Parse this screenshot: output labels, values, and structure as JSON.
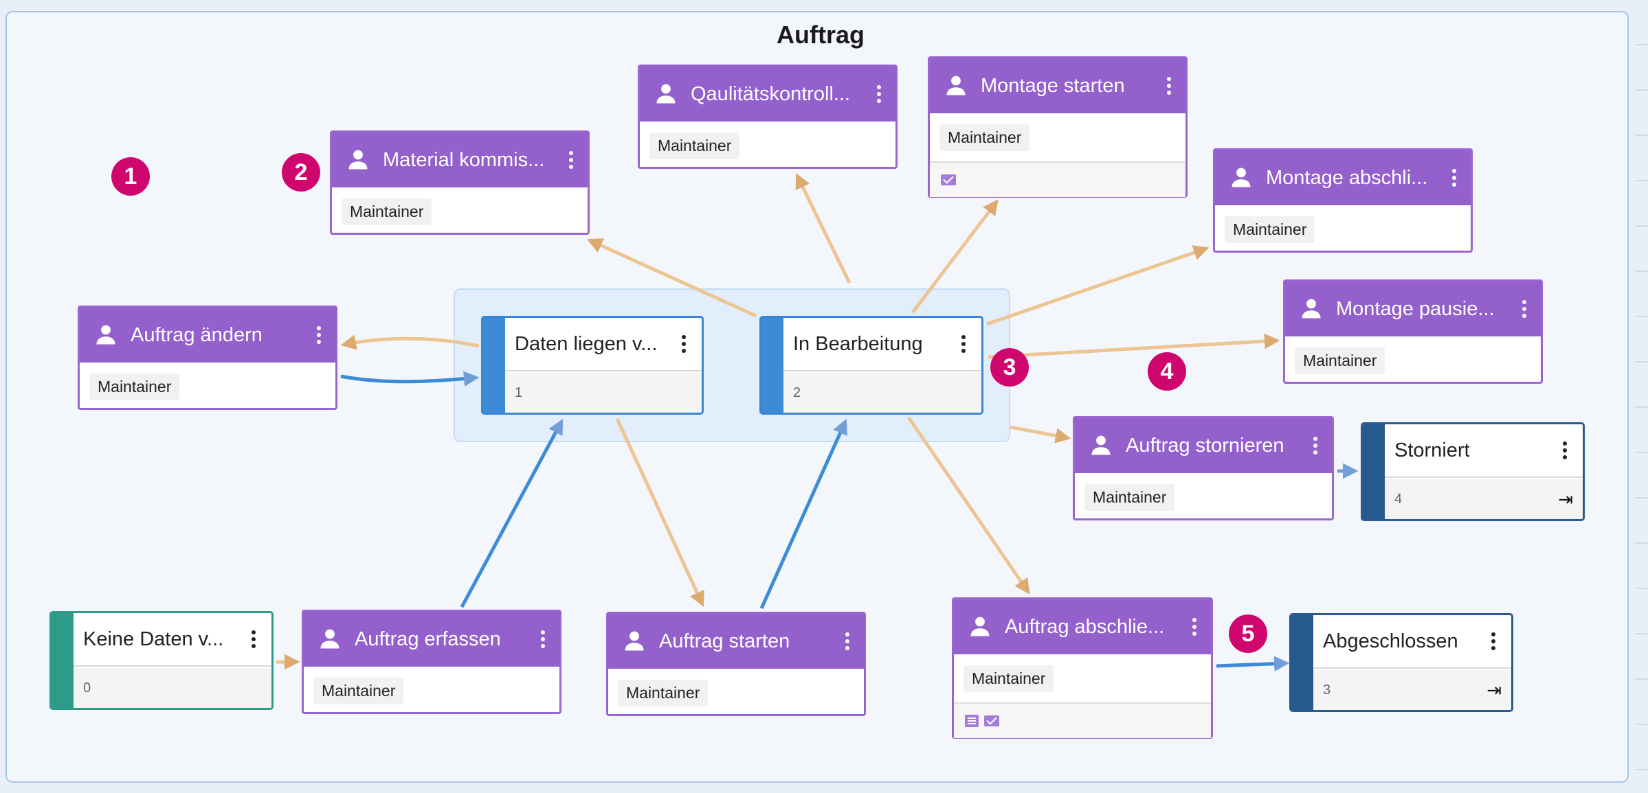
{
  "diagram": {
    "title": "Auftrag"
  },
  "colors": {
    "task_header": "#9460cc",
    "task_border": "#9b65cf",
    "state_bar": "#3d8bd6",
    "start_state_bar": "#2e9a8a",
    "final_state_bar": "#255a8e",
    "edge_orange": "#e8bf8c",
    "edge_blue": "#3d8bd6",
    "badge": "#d0066f",
    "group_background": "#e2eefc"
  },
  "states": [
    {
      "label": "Keine Daten v...",
      "number": "0",
      "kind": "start"
    },
    {
      "label": "Daten liegen v...",
      "number": "1",
      "kind": "normal"
    },
    {
      "label": "In Bearbeitung",
      "number": "2",
      "kind": "normal"
    },
    {
      "label": "Abgeschlossen",
      "number": "3",
      "kind": "final",
      "icon": "end-arrow-icon"
    },
    {
      "label": "Storniert",
      "number": "4",
      "kind": "final",
      "icon": "end-arrow-icon"
    }
  ],
  "tasks": [
    {
      "label": "Material kommis...",
      "role": "Maintainer"
    },
    {
      "label": "Qaulitätskontroll...",
      "role": "Maintainer"
    },
    {
      "label": "Montage starten",
      "role": "Maintainer",
      "footer_icons": [
        "mail-icon"
      ]
    },
    {
      "label": "Montage abschli...",
      "role": "Maintainer"
    },
    {
      "label": "Montage pausie...",
      "role": "Maintainer"
    },
    {
      "label": "Auftrag ändern",
      "role": "Maintainer"
    },
    {
      "label": "Auftrag stornieren",
      "role": "Maintainer"
    },
    {
      "label": "Auftrag erfassen",
      "role": "Maintainer"
    },
    {
      "label": "Auftrag starten",
      "role": "Maintainer"
    },
    {
      "label": "Auftrag abschlie...",
      "role": "Maintainer",
      "footer_icons": [
        "document-icon",
        "mail-icon"
      ]
    }
  ],
  "badges": [
    "1",
    "2",
    "3",
    "4",
    "5"
  ]
}
